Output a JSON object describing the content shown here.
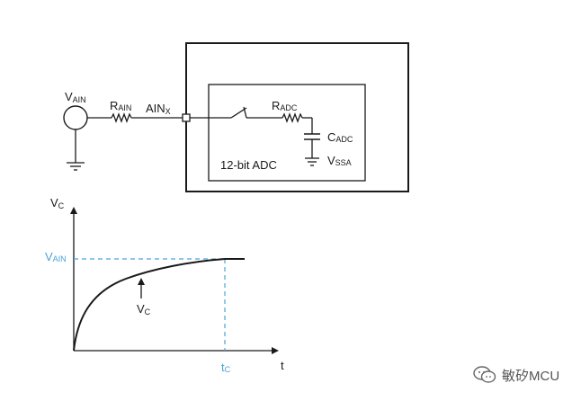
{
  "circuit": {
    "source": {
      "main": "V",
      "sub": "AIN"
    },
    "r_ain": {
      "main": "R",
      "sub": "AIN"
    },
    "pin": {
      "main": "AIN",
      "sub": "X"
    },
    "r_adc": {
      "main": "R",
      "sub": "ADC"
    },
    "c_adc": {
      "main": "C",
      "sub": "ADC"
    },
    "v_ssa": {
      "main": "V",
      "sub": "SSA"
    },
    "adc_label": "12-bit ADC"
  },
  "graph": {
    "y_axis": {
      "main": "V",
      "sub": "C"
    },
    "x_axis": "t",
    "level": {
      "main": "V",
      "sub": "AIN"
    },
    "curve_label": {
      "main": "V",
      "sub": "C"
    },
    "time_marker": {
      "main": "t",
      "sub": "C"
    }
  },
  "watermark": {
    "text": "敏矽MCU",
    "icon": "wechat-icon"
  },
  "colors": {
    "line": "#1a1a1a",
    "accent": "#4aa3d8"
  }
}
